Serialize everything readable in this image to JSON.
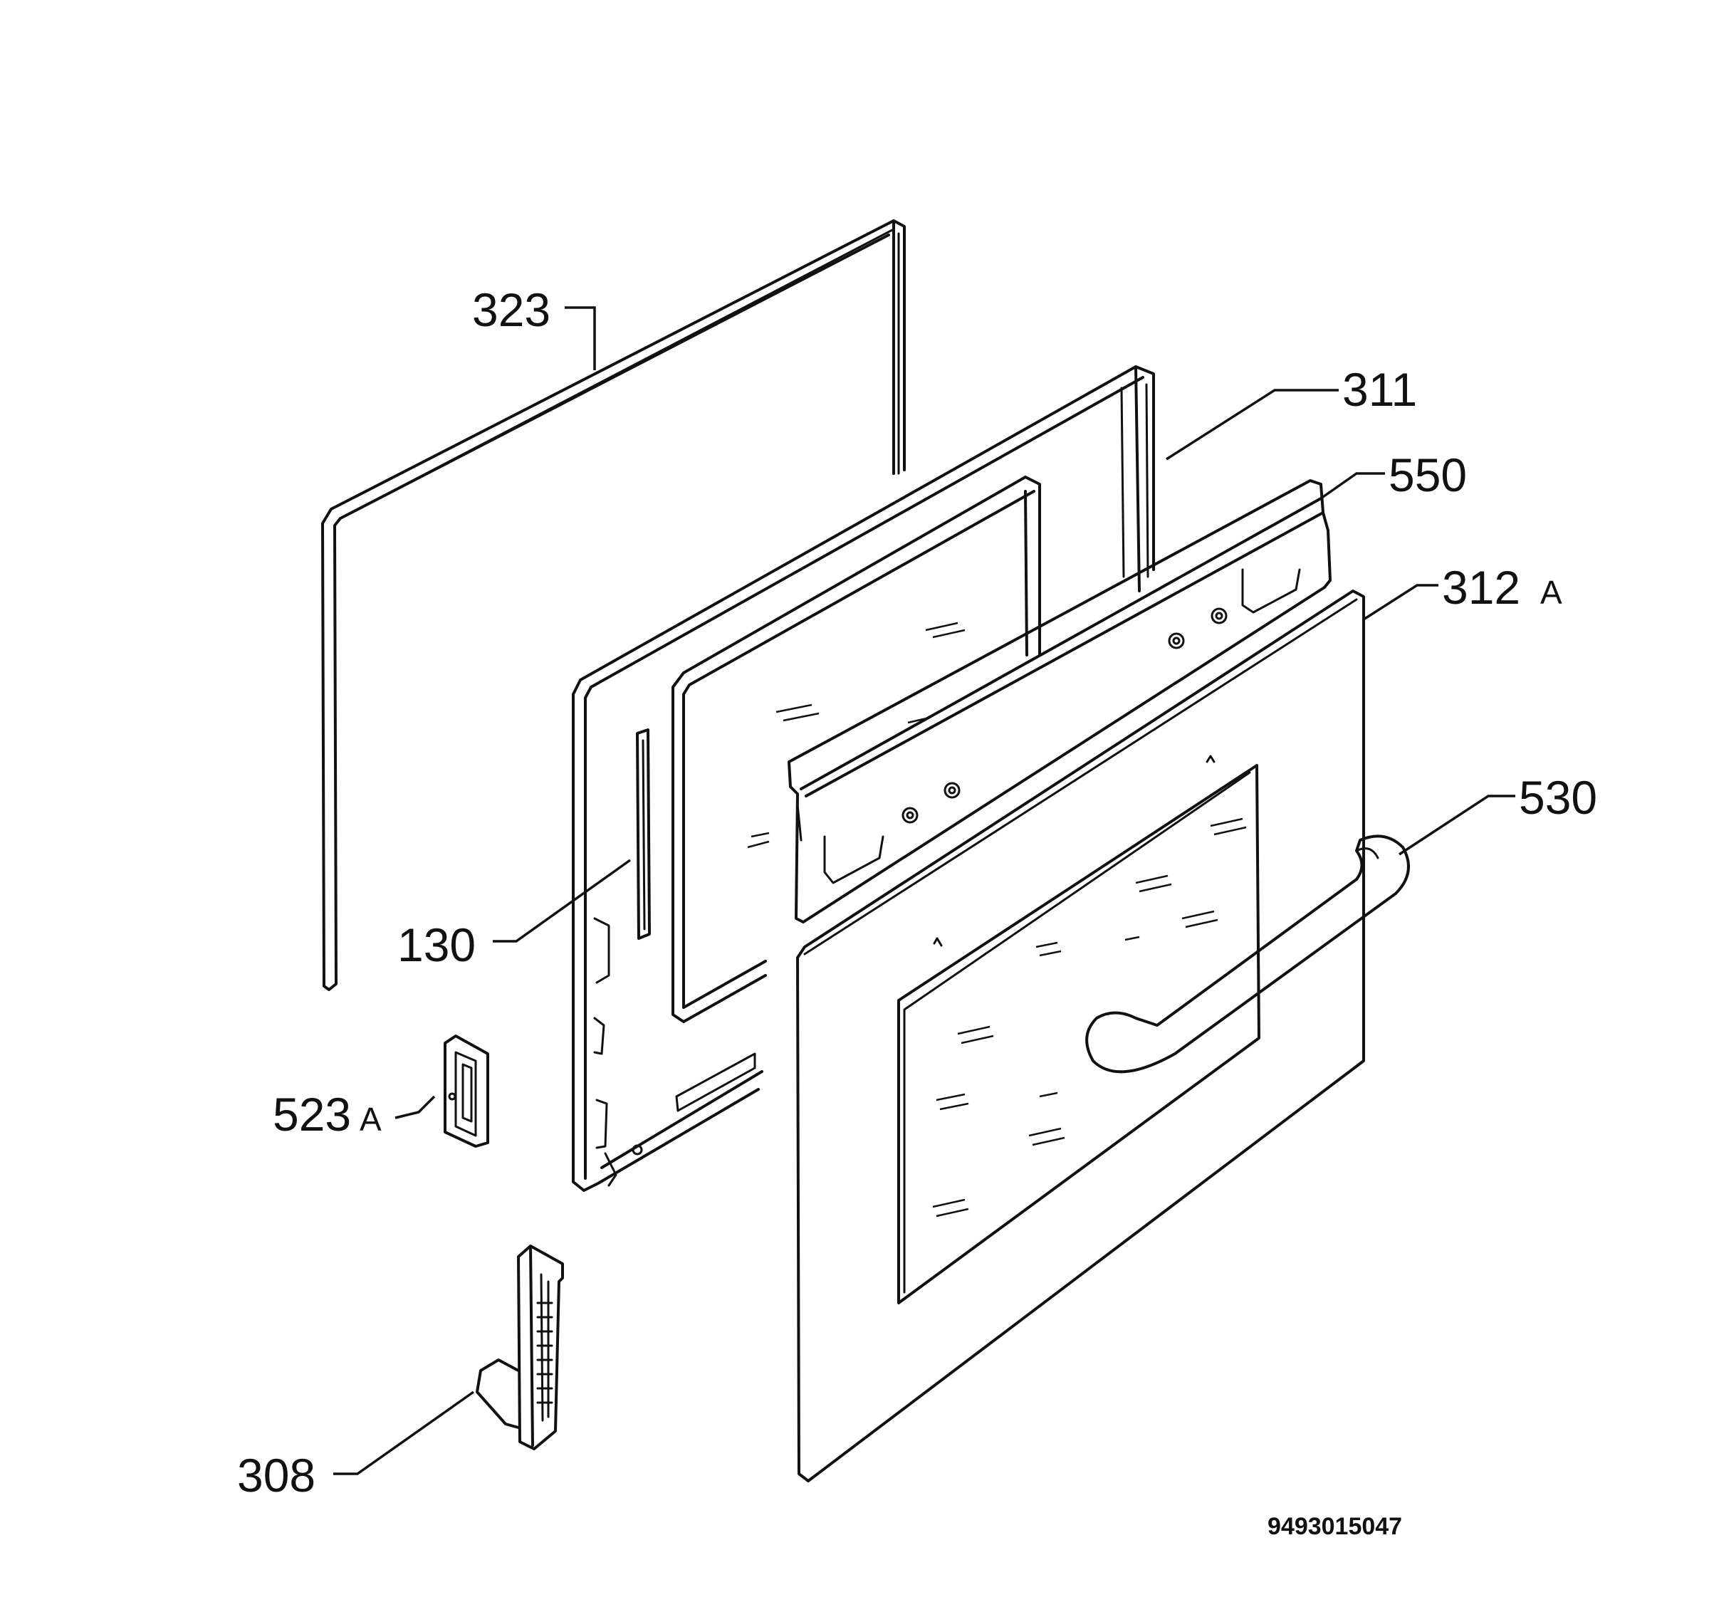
{
  "parts": [
    {
      "id": "323",
      "label": "323",
      "suffix": ""
    },
    {
      "id": "311",
      "label": "311",
      "suffix": ""
    },
    {
      "id": "550",
      "label": "550",
      "suffix": ""
    },
    {
      "id": "312A",
      "label": "312",
      "suffix": "A"
    },
    {
      "id": "530",
      "label": "530",
      "suffix": ""
    },
    {
      "id": "130",
      "label": "130",
      "suffix": ""
    },
    {
      "id": "523A",
      "label": "523",
      "suffix": "A"
    },
    {
      "id": "308",
      "label": "308",
      "suffix": ""
    }
  ],
  "drawing_code": "9493015047"
}
